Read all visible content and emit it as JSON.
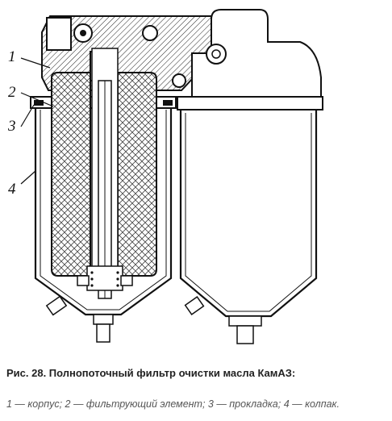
{
  "figure": {
    "callouts": [
      "1",
      "2",
      "3",
      "4"
    ]
  },
  "caption": "Рис. 28. Полнопоточный фильтр очистки масла КамАЗ:",
  "legend": "1 — корпус; 2 — фильтрующий элемент; 3 — прокладка; 4 — колпак."
}
